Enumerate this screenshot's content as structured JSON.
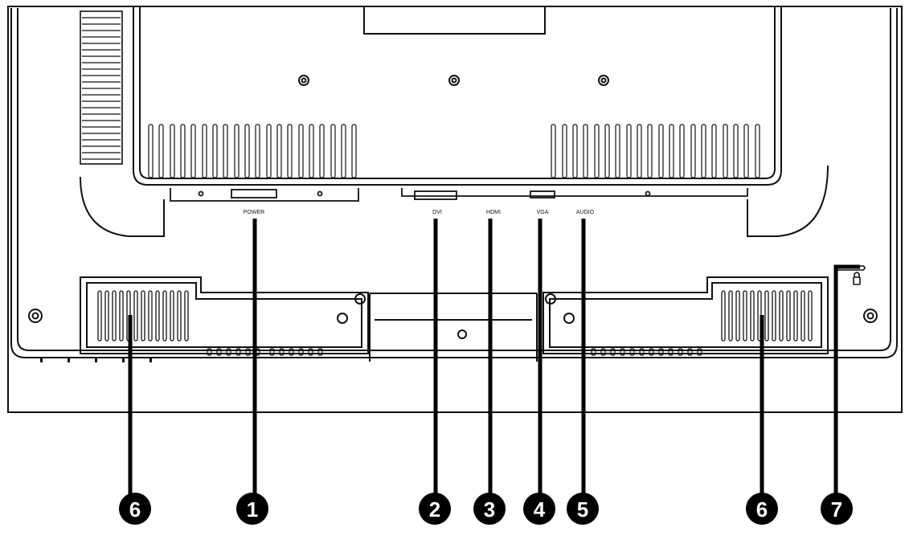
{
  "diagram": {
    "port_labels": {
      "power": "POWER",
      "dvi": "DVI",
      "hdmi": "HDMI",
      "vga": "VGA",
      "audio": "AUDIO"
    },
    "callouts": {
      "speaker_left": "6",
      "power": "1",
      "dvi": "2",
      "hdmi": "3",
      "vga": "4",
      "audio": "5",
      "speaker_right": "6",
      "lock": "7"
    },
    "colors": {
      "line": "#111111",
      "callout_fill": "#000000",
      "background": "#ffffff"
    }
  }
}
